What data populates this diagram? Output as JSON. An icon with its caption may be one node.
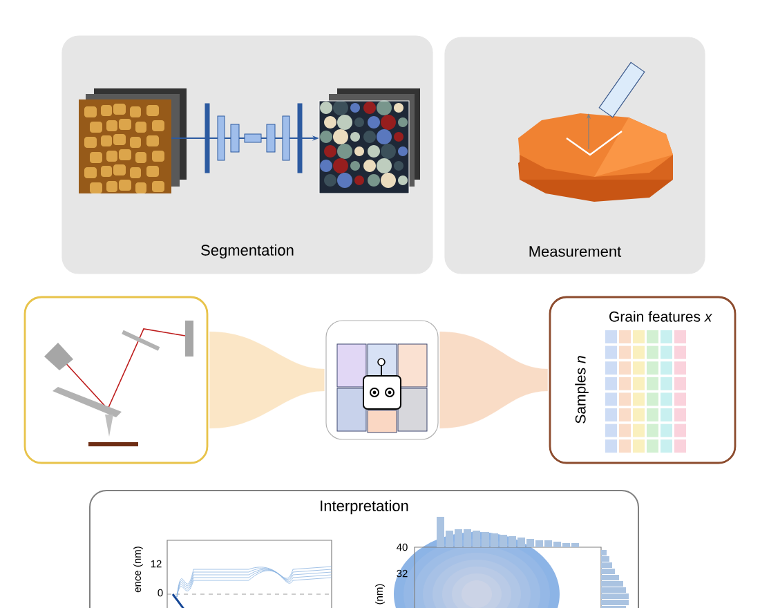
{
  "diagram": {
    "nodes": [
      {
        "text": [
          "Segmentation"
        ]
      },
      {
        "text": [
          "Measurement"
        ]
      },
      {
        "text": [],
        "shape": "picture"
      },
      {
        "text": [],
        "shape": "picture"
      },
      {
        "text": [
          "Grain features *x*",
          "Samples *n*"
        ]
      },
      {
        "text": [
          "Interpretation"
        ]
      }
    ],
    "edges": [
      {
        "from": 2,
        "to": 3,
        "arrow": "none",
        "color": "#fbe6c6"
      },
      {
        "from": 3,
        "to": 4,
        "arrow": "none",
        "color": "#f9dcc6"
      }
    ],
    "labels": [
      "ence (nm)",
      "12",
      "0",
      "40",
      "32",
      "(nm)"
    ]
  }
}
